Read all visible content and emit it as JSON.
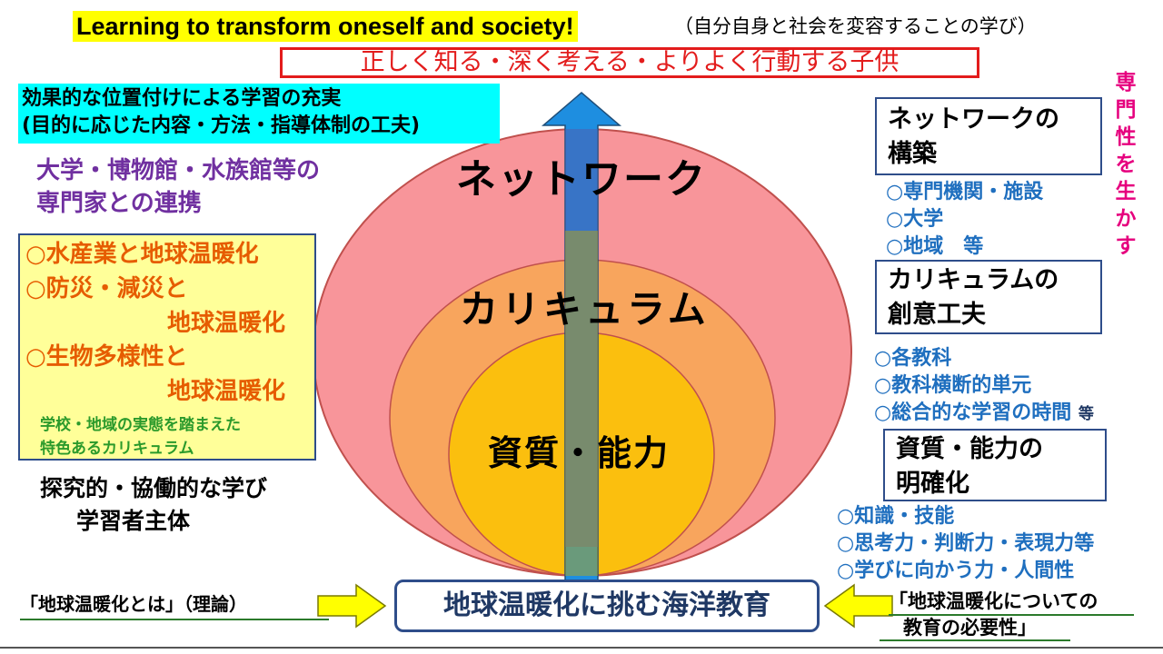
{
  "title": {
    "english": "Learning to transform oneself and society!",
    "japanese": "（自分自身と社会を変容することの学び）"
  },
  "goal": "正しく知る・深く考える・よりよく行動する子供",
  "left": {
    "cyan_lines": [
      "効果的な位置付けによる学習の充実",
      "(目的に応じた内容・方法・指導体制の工夫)"
    ],
    "collab_lines": [
      "大学・博物館・水族館等の",
      "専門家との連携"
    ],
    "curriculum_items": [
      "○水産業と地球温暖化",
      "○防災・減災と",
      "地球温暖化",
      "○生物多様性と",
      "地球温暖化"
    ],
    "curriculum_note_lines": [
      "学校・地域の実態を踏まえた",
      "特色あるカリキュラム"
    ],
    "inquiry_lines": [
      "探究的・協働的な学び",
      "学習者主体"
    ]
  },
  "center": {
    "outer": "ネットワーク",
    "middle": "カリキュラム",
    "inner": "資質・能力",
    "colors": {
      "outer": "#f8959a",
      "middle": "#f8a55d",
      "inner": "#fbbf0e",
      "arrow": "#1e8ee0"
    }
  },
  "right": {
    "vertical": [
      "専",
      "門",
      "性",
      "を",
      "生",
      "か",
      "す"
    ],
    "network_box": [
      "ネットワークの",
      "構築"
    ],
    "network_list": [
      "○専門機関・施設",
      "○大学",
      "○地域　等"
    ],
    "curriculum_box": [
      "カリキュラムの",
      "創意工夫"
    ],
    "curriculum_list": [
      "○各教科",
      "○教科横断的単元",
      "○総合的な学習の時間"
    ],
    "curriculum_etc": "等",
    "ability_box": [
      "資質・能力の",
      "明確化"
    ],
    "ability_list": [
      "○知識・技能",
      "○思考力・判断力・表現力等",
      "○学びに向かう力・人間性"
    ]
  },
  "bottom": {
    "theory": "「地球温暖化とは」（理論）",
    "center_label": "地球温暖化に挑む海洋教育",
    "need_lines": [
      "「地球温暖化についての",
      "教育の必要性」"
    ]
  }
}
